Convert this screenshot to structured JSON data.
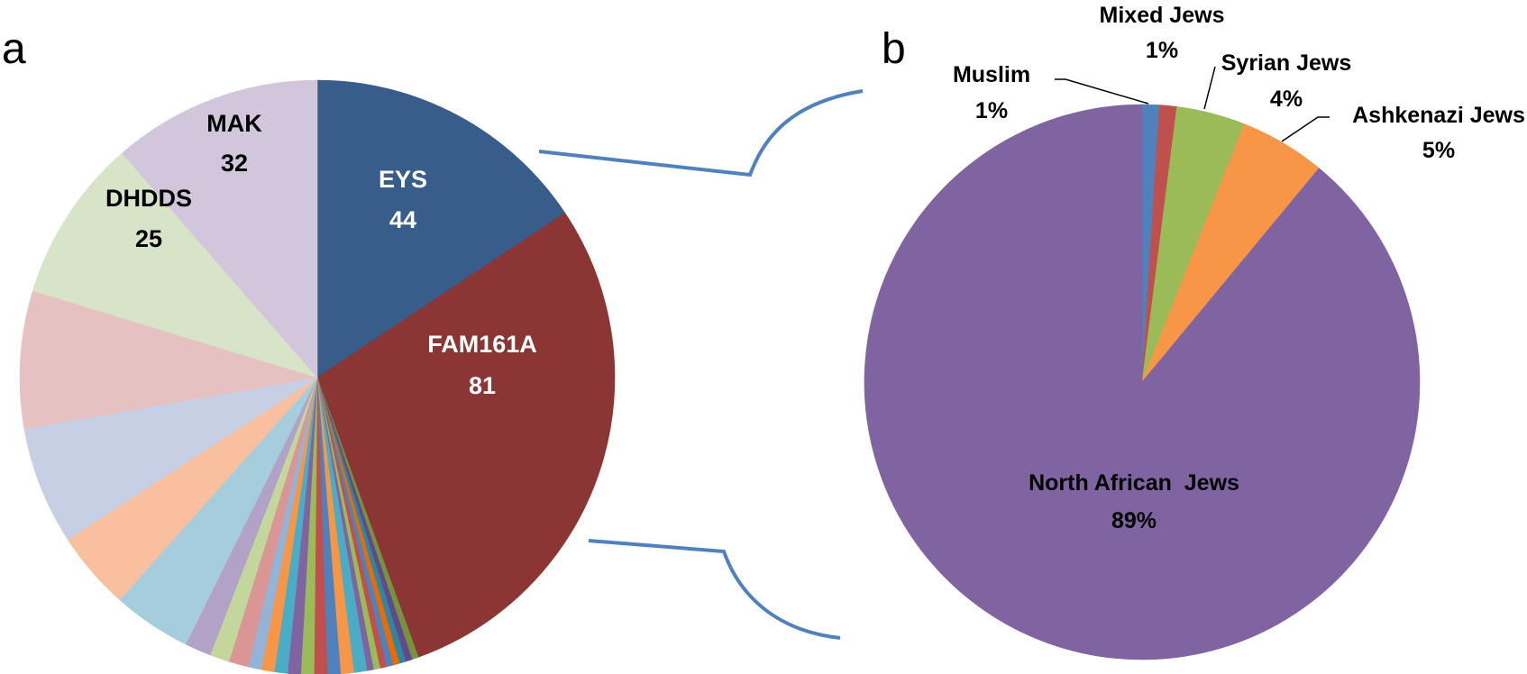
{
  "chart_data": [
    {
      "type": "pie",
      "panel": "a",
      "slices": [
        {
          "label": "EYS",
          "value": 44,
          "color": "#385d8a"
        },
        {
          "label": "FAM161A",
          "value": 81,
          "color": "#8b3634"
        },
        {
          "label": "",
          "value": 1,
          "color": "#77933c"
        },
        {
          "label": "",
          "value": 1,
          "color": "#5f4b8b"
        },
        {
          "label": "",
          "value": 1,
          "color": "#31859c"
        },
        {
          "label": "",
          "value": 1,
          "color": "#e46c0a"
        },
        {
          "label": "",
          "value": 1,
          "color": "#4f81bd"
        },
        {
          "label": "",
          "value": 1,
          "color": "#c0504d"
        },
        {
          "label": "",
          "value": 1,
          "color": "#9bbb59"
        },
        {
          "label": "",
          "value": 1,
          "color": "#8064a2"
        },
        {
          "label": "",
          "value": 2,
          "color": "#4bacc6"
        },
        {
          "label": "",
          "value": 2,
          "color": "#f79646"
        },
        {
          "label": "",
          "value": 2,
          "color": "#4f81bd"
        },
        {
          "label": "",
          "value": 2,
          "color": "#c0504d"
        },
        {
          "label": "",
          "value": 2,
          "color": "#9bbb59"
        },
        {
          "label": "",
          "value": 2,
          "color": "#8064a2"
        },
        {
          "label": "",
          "value": 2,
          "color": "#4bacc6"
        },
        {
          "label": "",
          "value": 2,
          "color": "#f79646"
        },
        {
          "label": "",
          "value": 2,
          "color": "#95b3d7"
        },
        {
          "label": "",
          "value": 3,
          "color": "#d99694"
        },
        {
          "label": "",
          "value": 3,
          "color": "#c3d69b"
        },
        {
          "label": "",
          "value": 4,
          "color": "#b2a2c7"
        },
        {
          "label": "",
          "value": 12,
          "color": "#a5cddc"
        },
        {
          "label": "",
          "value": 12,
          "color": "#f9c0a0"
        },
        {
          "label": "",
          "value": 18,
          "color": "#c6cfe4"
        },
        {
          "label": "",
          "value": 21,
          "color": "#e6c1c1"
        },
        {
          "label": "DHDDS",
          "value": 25,
          "color": "#d8e4c8"
        },
        {
          "label": "MAK",
          "value": 32,
          "color": "#d1c6dc"
        }
      ]
    },
    {
      "type": "pie",
      "panel": "b",
      "slices": [
        {
          "label": "Muslim",
          "value": 1,
          "display": "1%",
          "color": "#4f81bd"
        },
        {
          "label": "Mixed Jews",
          "value": 1,
          "display": "1%",
          "color": "#c0504d"
        },
        {
          "label": "Syrian Jews",
          "value": 4,
          "display": "4%",
          "color": "#9bbb59"
        },
        {
          "label": "Ashkenazi Jews",
          "value": 5,
          "display": "5%",
          "color": "#f79646"
        },
        {
          "label": "North African  Jews",
          "value": 89,
          "display": "89%",
          "color": "#8064a2"
        }
      ]
    }
  ],
  "panels": {
    "a": "a",
    "b": "b"
  },
  "colors": {
    "connector": "#4f81bd",
    "label_light": "#ffffff",
    "label_dark": "#000000"
  }
}
